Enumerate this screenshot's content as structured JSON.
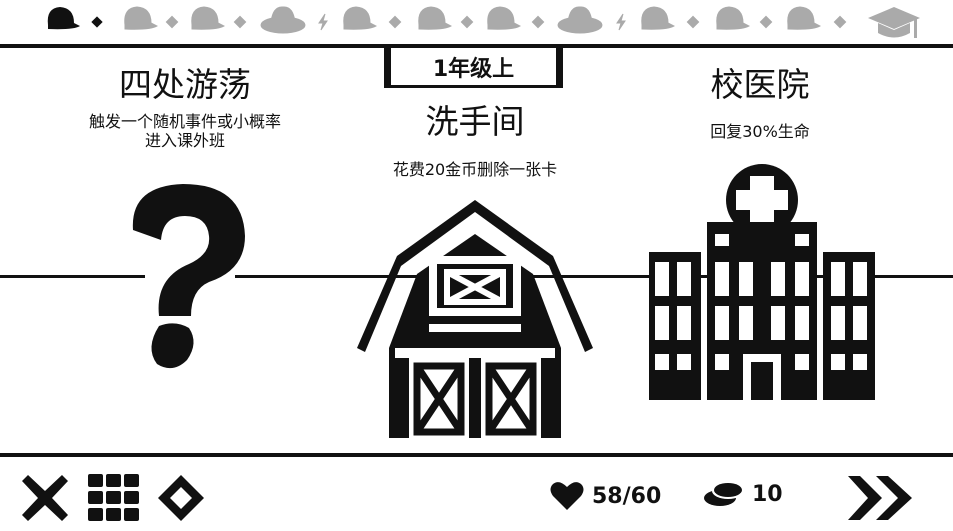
{
  "header": {
    "grade_label": "1年级上",
    "progress_icons": [
      "cap-icon",
      "dot",
      "cap-icon",
      "dot",
      "cap-icon",
      "dot",
      "hat-icon",
      "bolt",
      "cap-icon",
      "dot",
      "cap-icon",
      "dot",
      "cap-icon",
      "dot",
      "hat-icon",
      "bolt",
      "cap-icon",
      "dot",
      "cap-icon",
      "dot",
      "cap-icon",
      "dot",
      "graduation-cap-icon"
    ]
  },
  "choices": [
    {
      "id": "wander",
      "title": "四处游荡",
      "desc": "触发一个随机事件或小概率\n进入课外班",
      "icon": "question-mark-icon"
    },
    {
      "id": "restroom",
      "title": "洗手间",
      "desc": "花费20金币删除一张卡",
      "icon": "barn-icon"
    },
    {
      "id": "hospital",
      "title": "校医院",
      "desc": "回复30%生命",
      "icon": "hospital-icon"
    }
  ],
  "status": {
    "hp": "58/60",
    "coins": "10",
    "hp_color": "#111111",
    "current_step_color": "#111111",
    "future_step_color": "#aaaaaa"
  },
  "toolbar": {
    "close_icon": "close-icon",
    "deck_icon": "deck-grid-icon",
    "map_icon": "diamond-icon",
    "skip_icon": "double-chevron-right-icon"
  }
}
